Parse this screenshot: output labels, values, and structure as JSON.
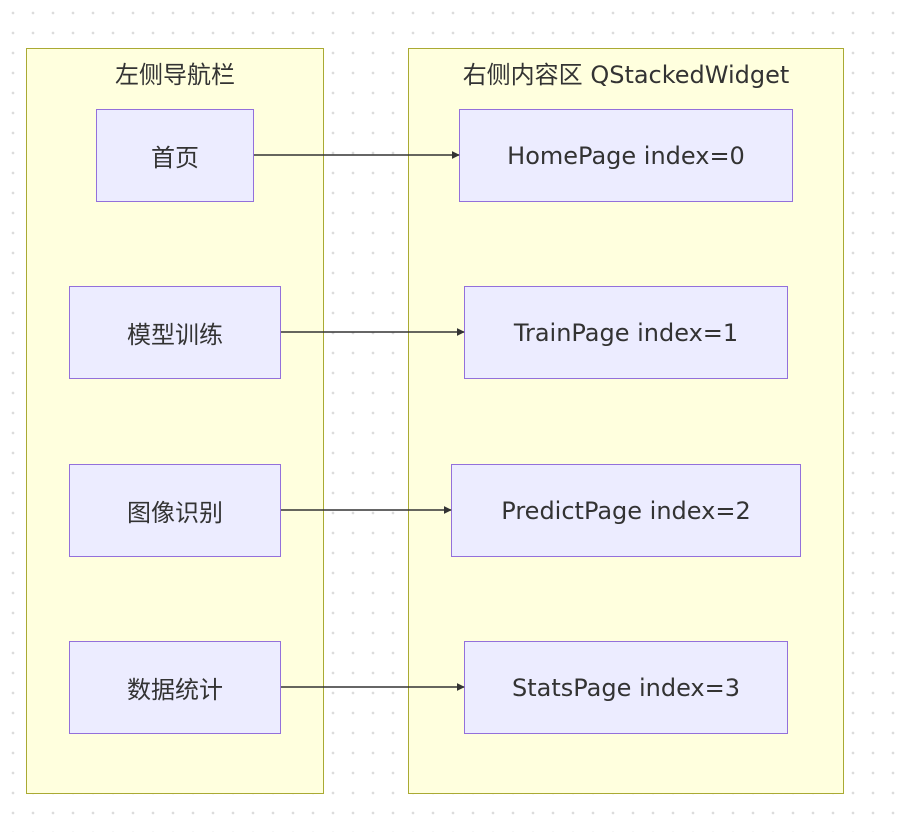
{
  "left_panel": {
    "title": "左侧导航栏",
    "items": [
      {
        "label": "首页"
      },
      {
        "label": "模型训练"
      },
      {
        "label": "图像识别"
      },
      {
        "label": "数据统计"
      }
    ]
  },
  "right_panel": {
    "title": "右侧内容区 QStackedWidget",
    "pages": [
      {
        "label": "HomePage index=0"
      },
      {
        "label": "TrainPage index=1"
      },
      {
        "label": "PredictPage index=2"
      },
      {
        "label": "StatsPage index=3"
      }
    ]
  },
  "colors": {
    "cluster_fill": "#ffffde",
    "cluster_stroke": "#aaaa33",
    "node_fill": "#ececff",
    "node_stroke": "#9370db",
    "edge": "#333333",
    "text": "#333333"
  }
}
